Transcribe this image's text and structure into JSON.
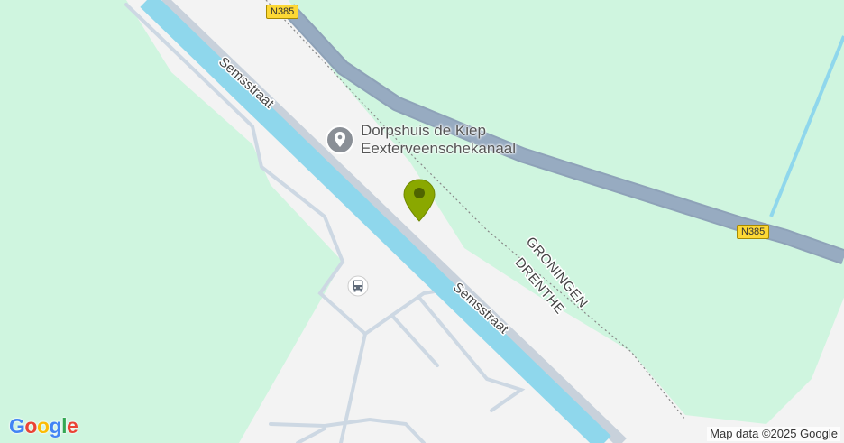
{
  "map": {
    "road_shields": [
      "N385",
      "N385"
    ],
    "street_labels": [
      "Semsstraat",
      "Semsstraat"
    ],
    "border_labels": {
      "upper": "GRONINGEN",
      "lower": "DRENTHE"
    },
    "poi": {
      "name": "Dorpshuis de Kiep",
      "subtitle": "Eexterveenschekanaal",
      "icon": "place-icon"
    },
    "marker": {
      "icon": "map-pin-icon",
      "color": "#8aa800"
    },
    "transit_icon": "bus-icon",
    "attribution": "Map data ©2025 Google",
    "logo": {
      "letters": [
        "G",
        "o",
        "o",
        "g",
        "l",
        "e"
      ],
      "colors": [
        "#4285F4",
        "#EA4335",
        "#FBBC05",
        "#4285F4",
        "#34A853",
        "#EA4335"
      ]
    },
    "colors": {
      "land": "#f3f3f3",
      "park": "#cff5df",
      "water": "#8fd7ec",
      "highway": "#8ea2b8",
      "minor_road": "#cdd8e3",
      "shield": "#fdd835"
    }
  }
}
